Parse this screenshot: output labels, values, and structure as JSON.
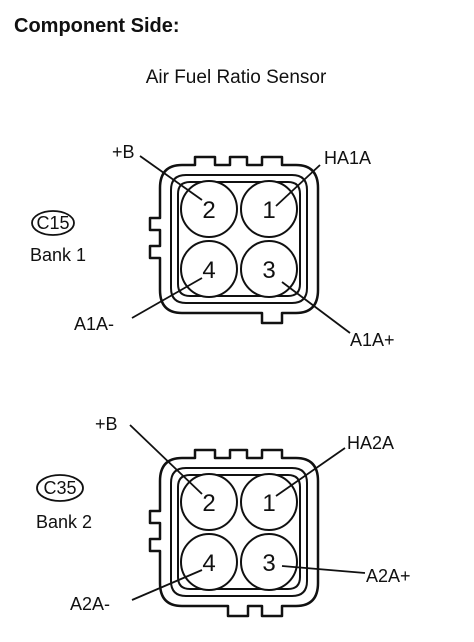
{
  "heading": "Component Side:",
  "title": "Air Fuel Ratio Sensor",
  "connectors": [
    {
      "code": "C15",
      "bank": "Bank 1",
      "pins": [
        "2",
        "1",
        "4",
        "3"
      ],
      "terminals": {
        "top_left": "+B",
        "top_right": "HA1A",
        "bottom_left": "A1A-",
        "bottom_right": "A1A+"
      }
    },
    {
      "code": "C35",
      "bank": "Bank 2",
      "pins": [
        "2",
        "1",
        "4",
        "3"
      ],
      "terminals": {
        "top_left": "+B",
        "top_right": "HA2A",
        "bottom_left": "A2A-",
        "bottom_right": "A2A+"
      }
    }
  ]
}
